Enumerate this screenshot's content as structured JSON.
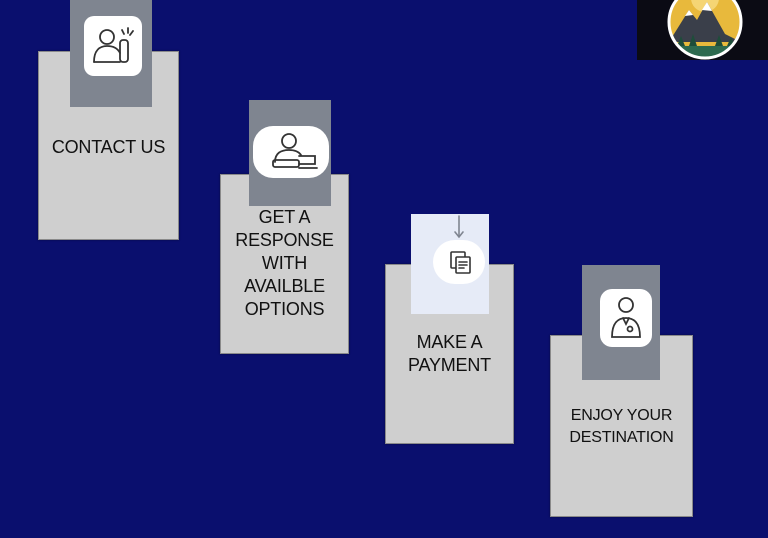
{
  "steps": [
    {
      "label": "CONTACT US",
      "icon": "person-phone-icon"
    },
    {
      "label": "GET A\nRESPONSE\nWITH\nAVAILBLE\nOPTIONS",
      "icon": "person-desk-icon"
    },
    {
      "label": "MAKE A\nPAYMENT",
      "icon": "payment-document-icon"
    },
    {
      "label": "ENJOY YOUR\nDESTINATION",
      "icon": "traveler-icon"
    }
  ],
  "logo": {
    "icon": "mountain-logo-icon"
  },
  "colors": {
    "background": "#0a0f6e",
    "card": "#cfcfcf",
    "tab": "#7f8590",
    "tab_light": "#e6ebf7"
  }
}
